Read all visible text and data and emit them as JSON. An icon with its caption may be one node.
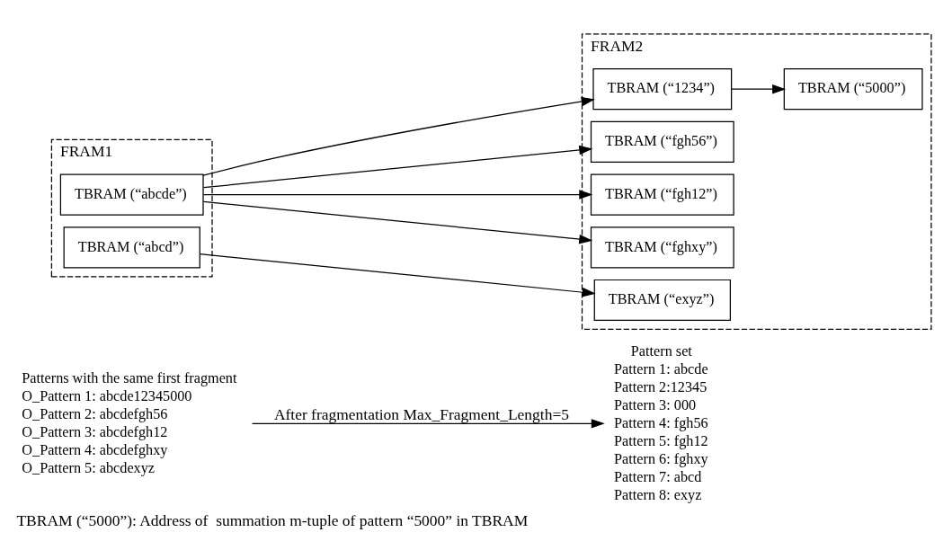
{
  "diagram": {
    "caption": "TBRAM (“5000”): Address of  summation m-tuple of pattern “5000” in TBRAM",
    "nodes": [
      {
        "text": [
          "Patterns with the same first fragment",
          "O_Pattern 1: abcde12345000",
          "O_Pattern 2: abcdefgh56",
          "O_Pattern 3: abcdefgh12",
          "O_Pattern 4: abcdefghxy",
          "O_Pattern 5: abcdexyz"
        ]
      },
      {
        "text": [
          "Pattern set",
          "Pattern 1: abcde",
          "Pattern 2:12345",
          "Pattern 3: 000",
          "Pattern 4: fgh56",
          "Pattern 5: fgh12",
          "Pattern 6: fghxy",
          "Pattern 7: abcd",
          "Pattern 8: exyz"
        ]
      },
      {
        "text": [
          "FRAM1"
        ]
      },
      {
        "text": [
          "TBRAM (“abcde”)"
        ],
        "in": 2
      },
      {
        "text": [
          "TBRAM (“abcd”)"
        ],
        "in": 2
      },
      {
        "text": [
          "FRAM2"
        ]
      },
      {
        "text": [
          "TBRAM (“1234”)"
        ],
        "in": 5
      },
      {
        "text": [
          "TBRAM (“5000”)"
        ],
        "in": 5
      },
      {
        "text": [
          "TBRAM (“fgh56”)"
        ],
        "in": 5
      },
      {
        "text": [
          "TBRAM (“fgh12”)"
        ],
        "in": 5
      },
      {
        "text": [
          "TBRAM (“fghxy”)"
        ],
        "in": 5
      },
      {
        "text": [
          "TBRAM (“exyz”)"
        ],
        "in": 5
      }
    ],
    "edges": [
      {
        "from": 0,
        "to": 1,
        "arrow": "to",
        "label": "After fragmentation Max_Fragment_Length=5"
      },
      {
        "from": 3,
        "to": 6,
        "arrow": "to"
      },
      {
        "from": 3,
        "to": 8,
        "arrow": "to"
      },
      {
        "from": 3,
        "to": 9,
        "arrow": "to"
      },
      {
        "from": 3,
        "to": 10,
        "arrow": "to"
      },
      {
        "from": 6,
        "to": 7,
        "arrow": "to"
      },
      {
        "from": 4,
        "to": 11,
        "arrow": "to"
      }
    ]
  }
}
